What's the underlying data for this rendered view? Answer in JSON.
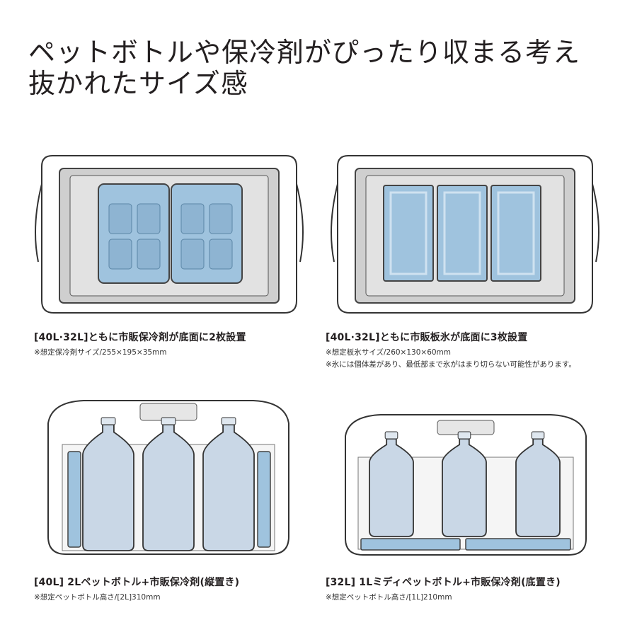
{
  "headline": {
    "line1": "ペットボトルや保冷剤がぴったり収まる考え",
    "line2": "抜かれたサイズ感"
  },
  "panels": [
    {
      "title": "[40L·32L]ともに市販保冷剤が底面に2枚設置",
      "note": "※想定保冷剤サイズ/255×195×35mm"
    },
    {
      "title": "[40L·32L]ともに市販板氷が底面に3枚設置",
      "note": "※想定板氷サイズ/260×130×60mm",
      "note2": "※氷には個体差があり、最低部まで氷がはまり切らない可能性があります。"
    },
    {
      "title": "[40L] 2Lペットボトル+市販保冷剤(縦置き)",
      "note": "※想定ペットボトル高さ/[2L]310mm"
    },
    {
      "title": "[32L] 1Lミディペットボトル+市販保冷剤(底置き)",
      "note": "※想定ペットボトル高さ/[1L]210mm"
    }
  ],
  "colors": {
    "ice": "#9fc3de",
    "ice_border": "#5b86a6",
    "interior": "#d9d9d9",
    "outline": "#333333",
    "bottle": "#c9d7e6"
  }
}
